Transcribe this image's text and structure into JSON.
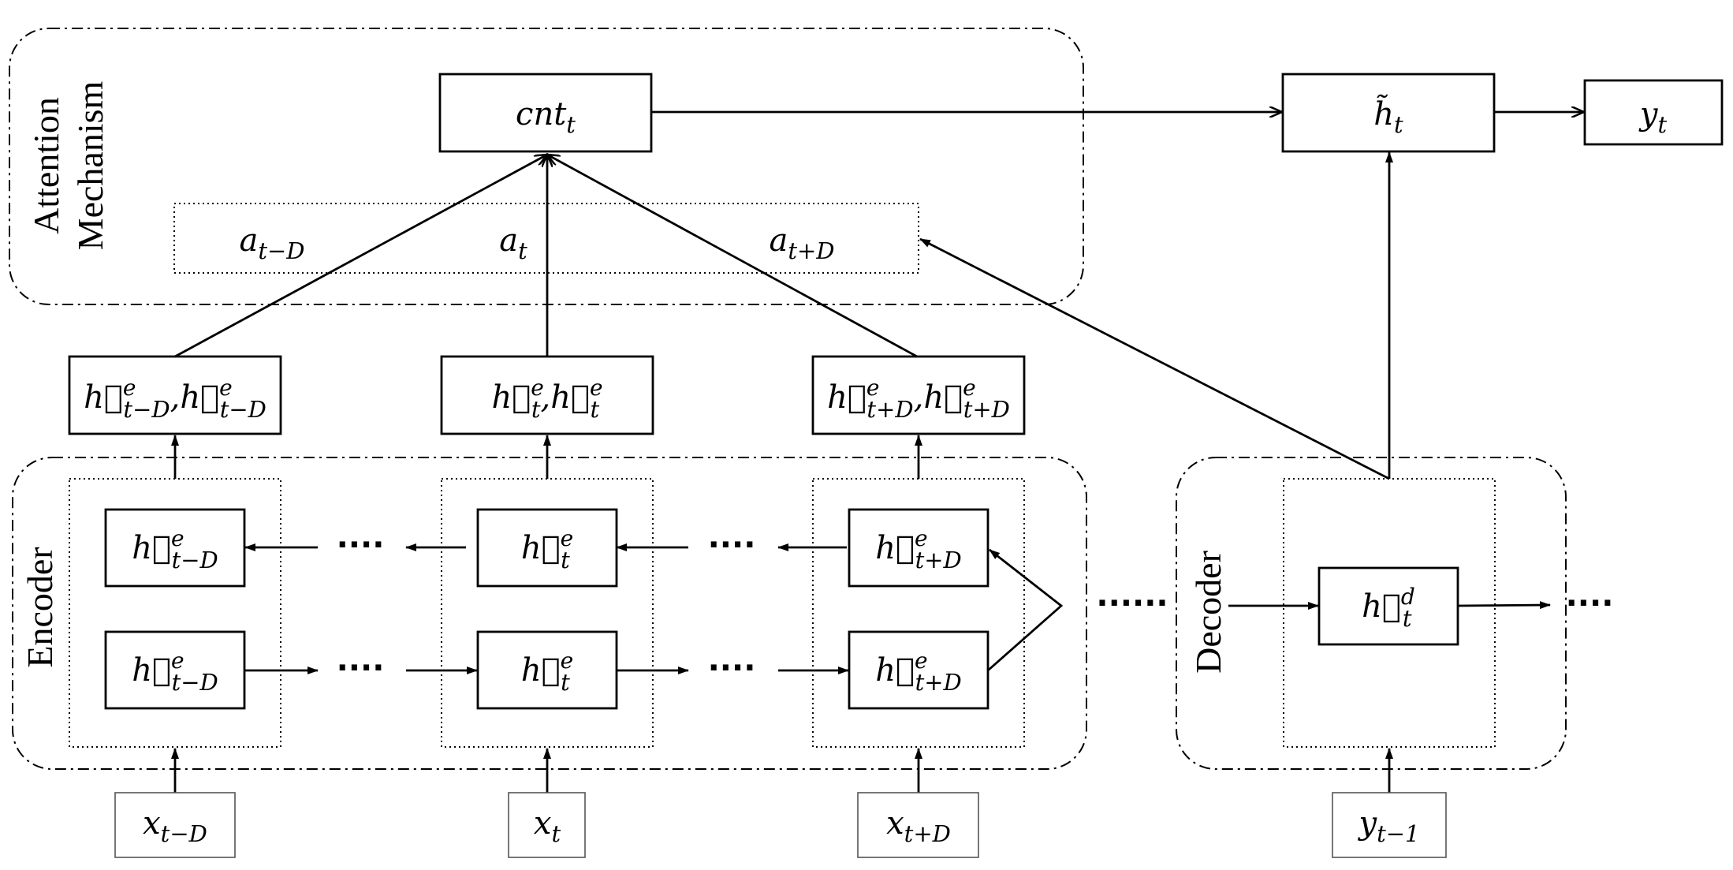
{
  "groups": {
    "attention": "Attention Mechanism",
    "attention_line1": "Attention",
    "attention_line2": "Mechanism",
    "encoder": "Encoder",
    "decoder": "Decoder"
  },
  "nodes": {
    "cnt": {
      "base": "cnt",
      "sub": "t"
    },
    "h_tilde": {
      "base": "h̃",
      "sub": "t"
    },
    "y_out": {
      "base": "y",
      "sub": "t"
    },
    "a_left": {
      "base": "a",
      "sub": "t−D"
    },
    "a_mid": {
      "base": "a",
      "sub": "t"
    },
    "a_right": {
      "base": "a",
      "sub": "t+D"
    },
    "concat_left": {
      "fwd": "h⃗",
      "bwd": "h⃖",
      "sup": "e",
      "sub": "t−D"
    },
    "concat_mid": {
      "fwd": "h⃗",
      "bwd": "h⃖",
      "sup": "e",
      "sub": "t"
    },
    "concat_right": {
      "fwd": "h⃗",
      "bwd": "h⃖",
      "sup": "e",
      "sub": "t+D"
    },
    "enc_bwd_left": {
      "base": "h⃖",
      "sup": "e",
      "sub": "t−D"
    },
    "enc_bwd_mid": {
      "base": "h⃖",
      "sup": "e",
      "sub": "t"
    },
    "enc_bwd_right": {
      "base": "h⃖",
      "sup": "e",
      "sub": "t+D"
    },
    "enc_fwd_left": {
      "base": "h⃗",
      "sup": "e",
      "sub": "t−D"
    },
    "enc_fwd_mid": {
      "base": "h⃗",
      "sup": "e",
      "sub": "t"
    },
    "enc_fwd_right": {
      "base": "h⃗",
      "sup": "e",
      "sub": "t+D"
    },
    "dec_h": {
      "base": "h⃗",
      "sup": "d",
      "sub": "t"
    },
    "x_left": {
      "base": "x",
      "sub": "t−D"
    },
    "x_mid": {
      "base": "x",
      "sub": "t"
    },
    "x_right": {
      "base": "x",
      "sub": "t+D"
    },
    "y_in": {
      "base": "y",
      "sub": "t−1"
    }
  },
  "ellipses": {
    "short": "····",
    "long": "······"
  }
}
